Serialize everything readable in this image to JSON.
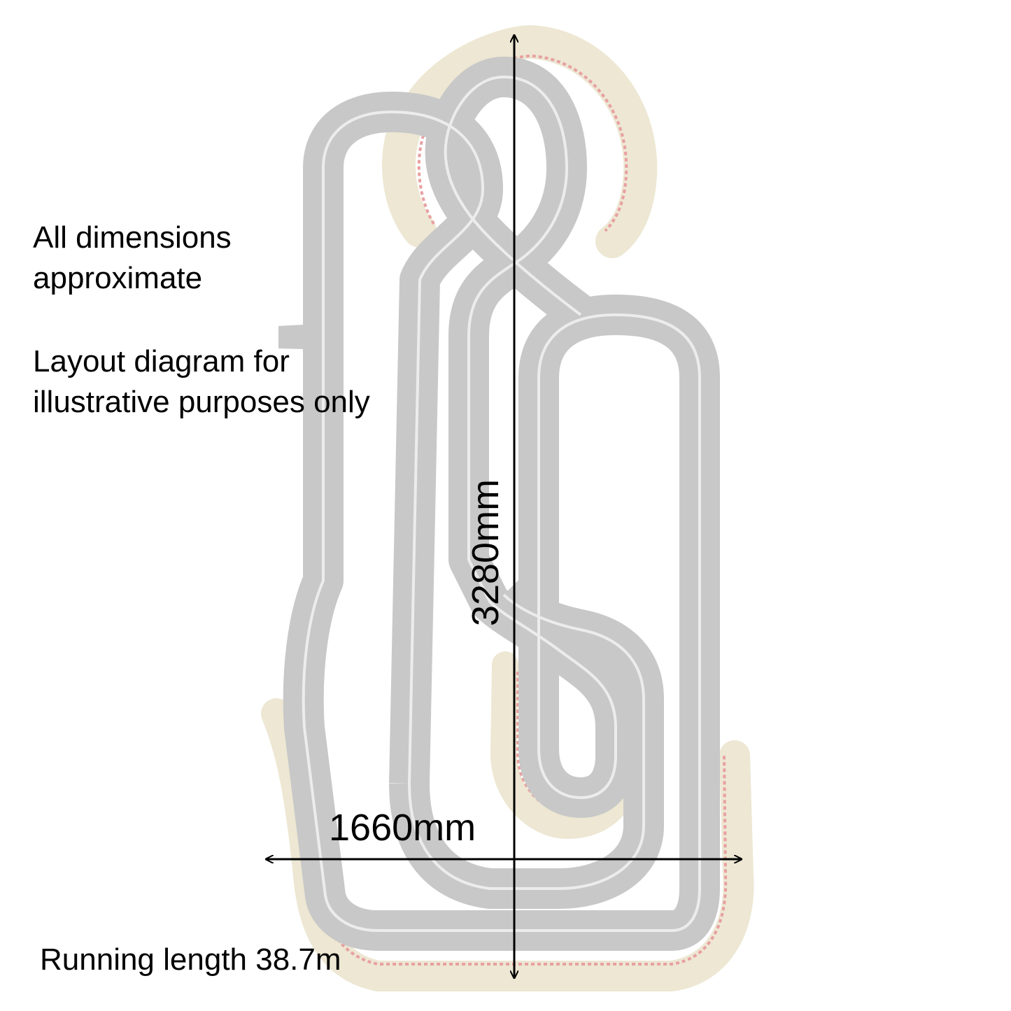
{
  "notes": {
    "line1": "All dimensions",
    "line2": "approximate",
    "line3": "Layout diagram for",
    "line4": "illustrative purposes only"
  },
  "running_length": "Running length 38.7m",
  "dimensions": {
    "width": "1660mm",
    "height": "3280mm"
  },
  "colors": {
    "track": "#c8c8c8",
    "lane": "#ececec",
    "border": "#ede7d3",
    "curb": "#e8a0a0",
    "arrow": "#000000"
  }
}
